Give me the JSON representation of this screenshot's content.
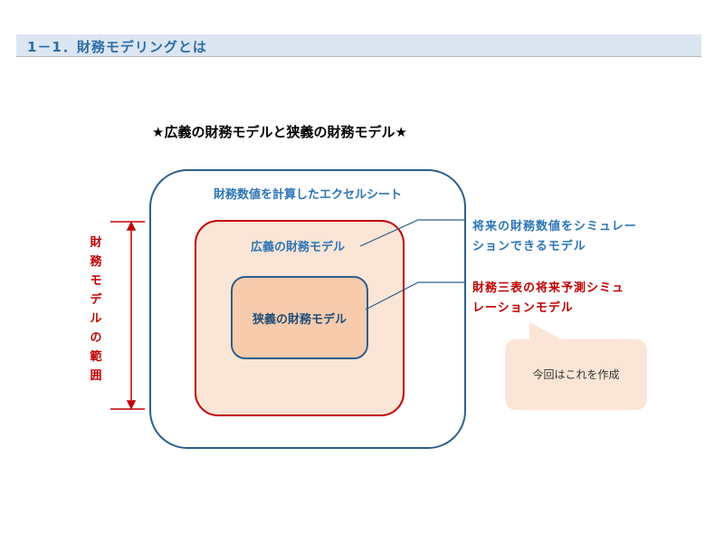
{
  "header": {
    "title": "1－1．財務モデリングとは"
  },
  "diagram": {
    "title": "★広義の財務モデルと狭義の財務モデル★",
    "outer_label": "財務数値を計算したエクセルシート",
    "broad_label": "広義の財務モデル",
    "narrow_label": "狭義の財務モデル",
    "broad_desc": [
      "将来の財務数値をシミュレー",
      "ションできるモデル"
    ],
    "narrow_desc": [
      "財務三表の将来予測シミュ",
      "レーションモデル"
    ],
    "callout": "今回はこれを作成",
    "range_label": "財務モデルの範囲",
    "colors": {
      "blue": "#2e75b6",
      "red": "#c00000",
      "peach": "#fbe5d6",
      "orange": "#f8cbad"
    }
  }
}
